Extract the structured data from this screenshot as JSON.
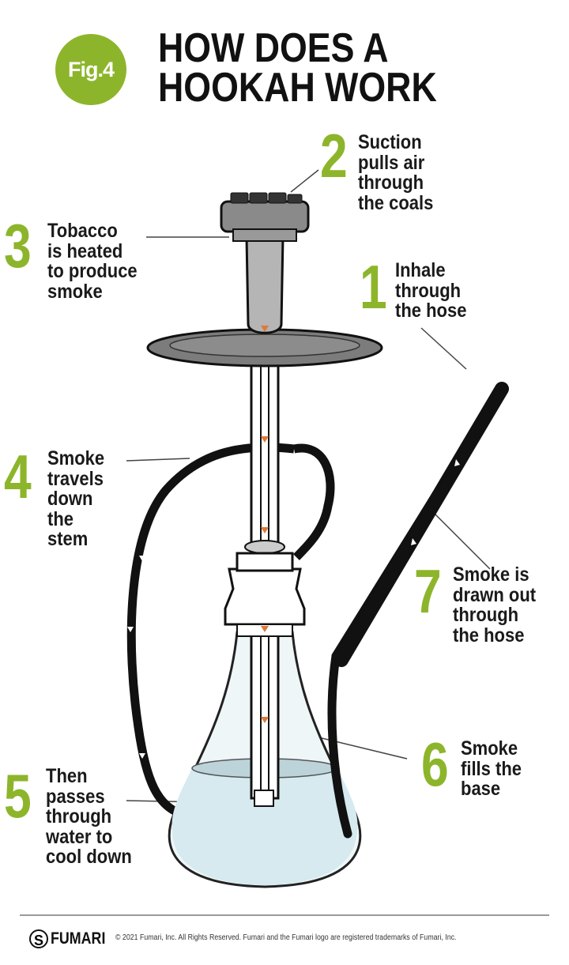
{
  "header": {
    "badge": "Fig.4",
    "title_line1": "HOW DOES A",
    "title_line2": "HOOKAH WORK"
  },
  "steps": [
    {
      "number": "1",
      "lines": [
        "Inhale",
        "through",
        "the hose"
      ]
    },
    {
      "number": "2",
      "lines": [
        "Suction",
        "pulls air",
        "through",
        "the coals"
      ]
    },
    {
      "number": "3",
      "lines": [
        "Tobacco",
        "is heated",
        "to produce",
        "smoke"
      ]
    },
    {
      "number": "4",
      "lines": [
        "Smoke",
        "travels",
        "down",
        "the",
        "stem"
      ]
    },
    {
      "number": "5",
      "lines": [
        "Then",
        "passes",
        "through",
        "water to",
        "cool down"
      ]
    },
    {
      "number": "6",
      "lines": [
        "Smoke",
        "fills the",
        "base"
      ]
    },
    {
      "number": "7",
      "lines": [
        "Smoke is",
        "drawn out",
        "through",
        "the hose"
      ]
    }
  ],
  "footer": {
    "logo": "FUMARI",
    "copyright": "© 2021 Fumari, Inc. All Rights Reserved. Fumari and the Fumari logo are registered trademarks of Fumari, Inc."
  },
  "colors": {
    "accent": "#8db52b",
    "arrow": "#e0783a",
    "water": "#d6eaf0"
  }
}
